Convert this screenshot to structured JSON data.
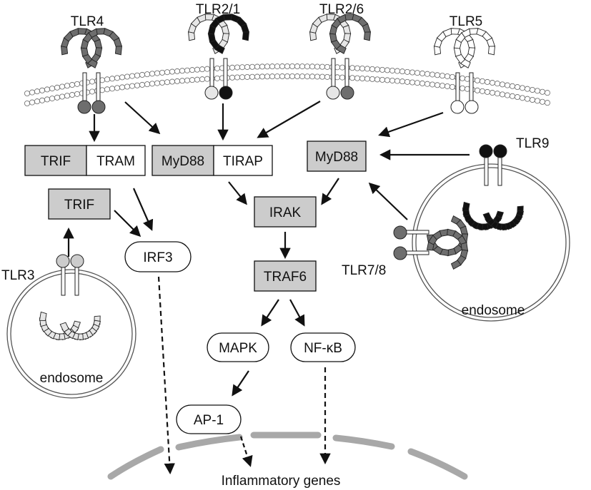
{
  "receptors": {
    "tlr4": "TLR4",
    "tlr2_1": "TLR2/1",
    "tlr2_6": "TLR2/6",
    "tlr5": "TLR5",
    "tlr9": "TLR9",
    "tlr3": "TLR3",
    "tlr7_8": "TLR7/8"
  },
  "adaptors": {
    "trif_a": "TRIF",
    "tram": "TRAM",
    "myd88_a": "MyD88",
    "tirap": "TIRAP",
    "myd88_b": "MyD88",
    "trif_b": "TRIF"
  },
  "signaling": {
    "irak": "IRAK",
    "traf6": "TRAF6",
    "irf3": "IRF3",
    "mapk": "MAPK",
    "nfkb": "NF-κB",
    "ap1": "AP-1"
  },
  "compartments": {
    "endosome_left": "endosome",
    "endosome_right": "endosome"
  },
  "output": {
    "genes": "Inflammatory genes"
  },
  "colors": {
    "gray_fill": "#cccccc",
    "dark_fill": "#6e6e6e",
    "black_fill": "#111111",
    "light_fill": "#e6e6e6",
    "white_fill": "#ffffff",
    "nucleus": "#a8a8a8"
  }
}
